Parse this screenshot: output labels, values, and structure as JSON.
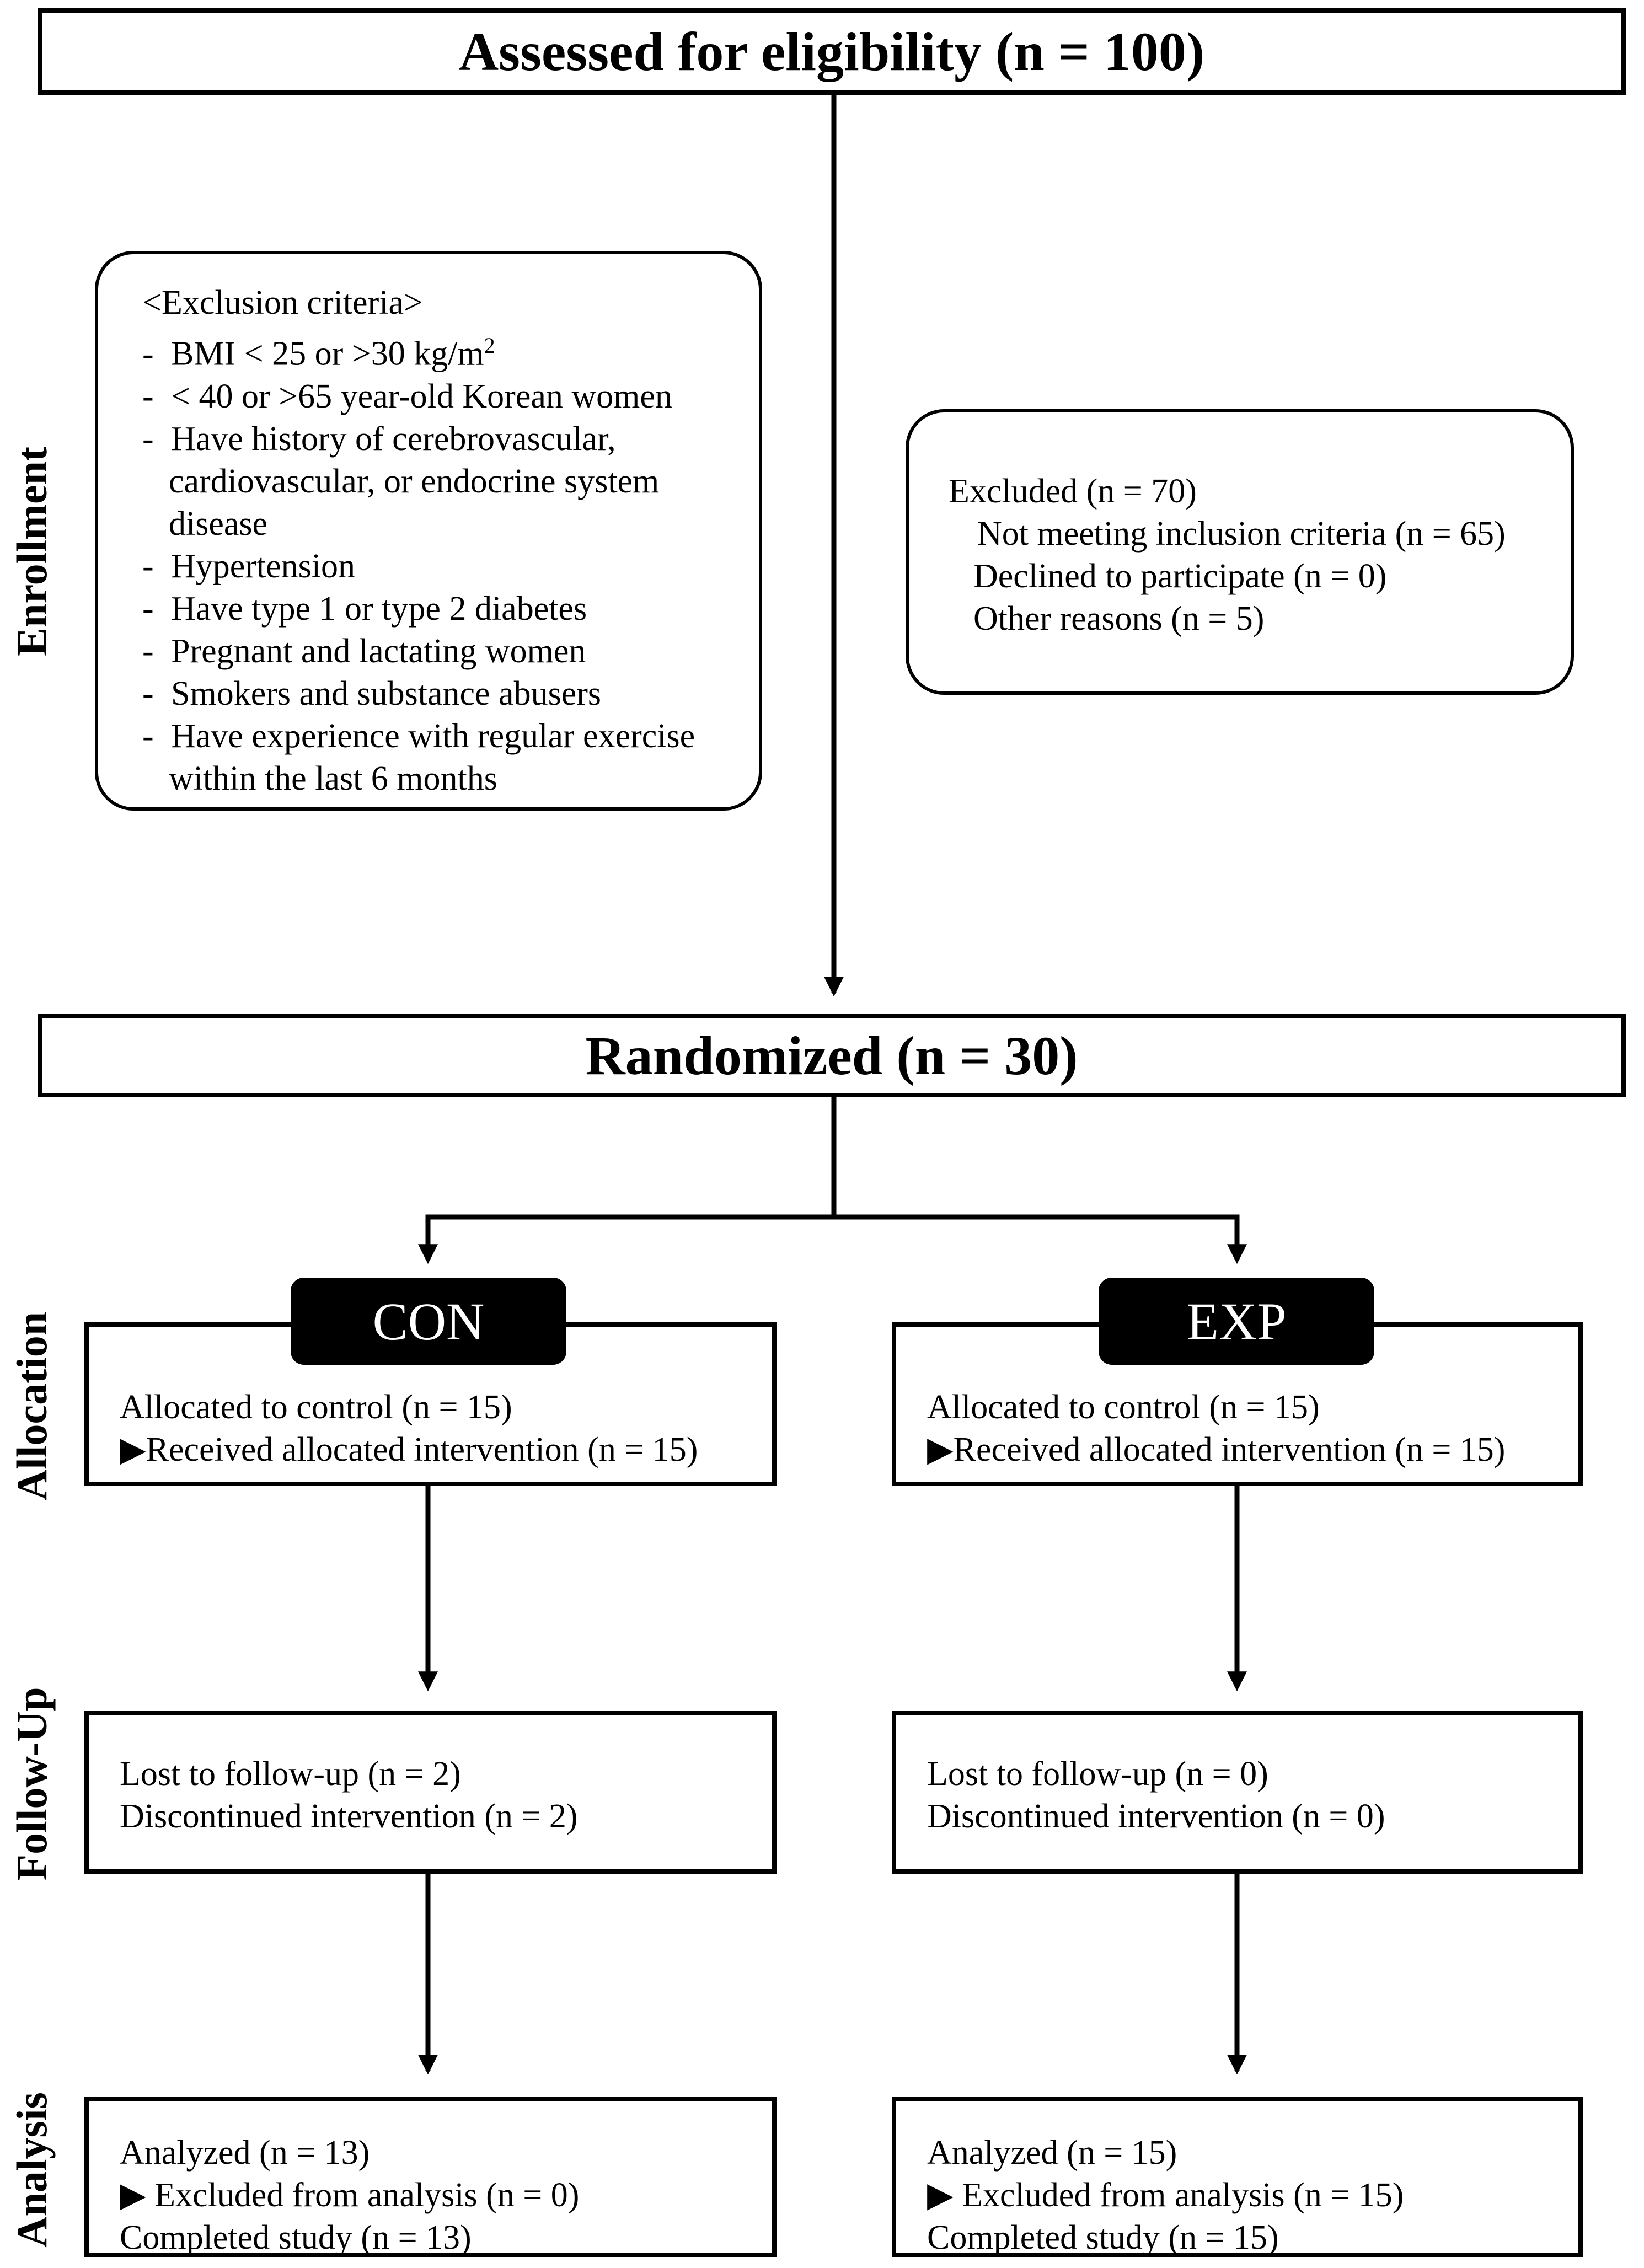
{
  "top": {
    "title": "Assessed for eligibility (n = 100)"
  },
  "exclusion_box": {
    "heading": "<Exclusion criteria>",
    "lines": [
      {
        "bullet": "-",
        "text": "BMI < 25 or >30 kg/m",
        "sup": "2"
      },
      {
        "bullet": "-",
        "text": "< 40 or >65 year-old Korean women"
      },
      {
        "bullet": "-",
        "text": "Have history of cerebrovascular,"
      },
      {
        "bullet": "",
        "text": "cardiovascular, or endocrine system"
      },
      {
        "bullet": "",
        "text": "disease"
      },
      {
        "bullet": "-",
        "text": "Hypertension"
      },
      {
        "bullet": "-",
        "text": "Have type 1 or type 2 diabetes"
      },
      {
        "bullet": "-",
        "text": "Pregnant and lactating women"
      },
      {
        "bullet": "-",
        "text": "Smokers and substance abusers"
      },
      {
        "bullet": "-",
        "text": "Have experience with regular exercise"
      },
      {
        "bullet": "",
        "text": "within the last 6 months"
      }
    ]
  },
  "excluded_box": {
    "heading": "Excluded (n = 70)",
    "items": [
      "Not meeting inclusion criteria (n = 65)",
      "Declined to participate (n = 0)",
      "Other reasons (n = 5)"
    ]
  },
  "randomized": {
    "title": "Randomized (n = 30)"
  },
  "side_labels": {
    "enrollment": "Enrollment",
    "allocation": "Allocation",
    "follow_up": "Follow-Up",
    "analysis": "Analysis"
  },
  "con": {
    "tag": "CON",
    "allocation": [
      "Allocated to control (n = 15)",
      "▶Received allocated intervention (n = 15)"
    ],
    "follow_up": [
      "Lost to follow-up (n = 2)",
      "Discontinued intervention (n = 2)"
    ],
    "analysis": [
      "Analyzed (n = 13)",
      "▶ Excluded from analysis (n = 0)",
      "Completed study (n = 13)"
    ]
  },
  "exp": {
    "tag": "EXP",
    "allocation": [
      "Allocated to control (n = 15)",
      "▶Received allocated intervention (n = 15)"
    ],
    "follow_up": [
      "Lost to follow-up (n = 0)",
      "Discontinued intervention (n = 0)"
    ],
    "analysis": [
      "Analyzed (n = 15)",
      "▶ Excluded from analysis (n = 15)",
      "Completed study (n = 15)"
    ]
  }
}
